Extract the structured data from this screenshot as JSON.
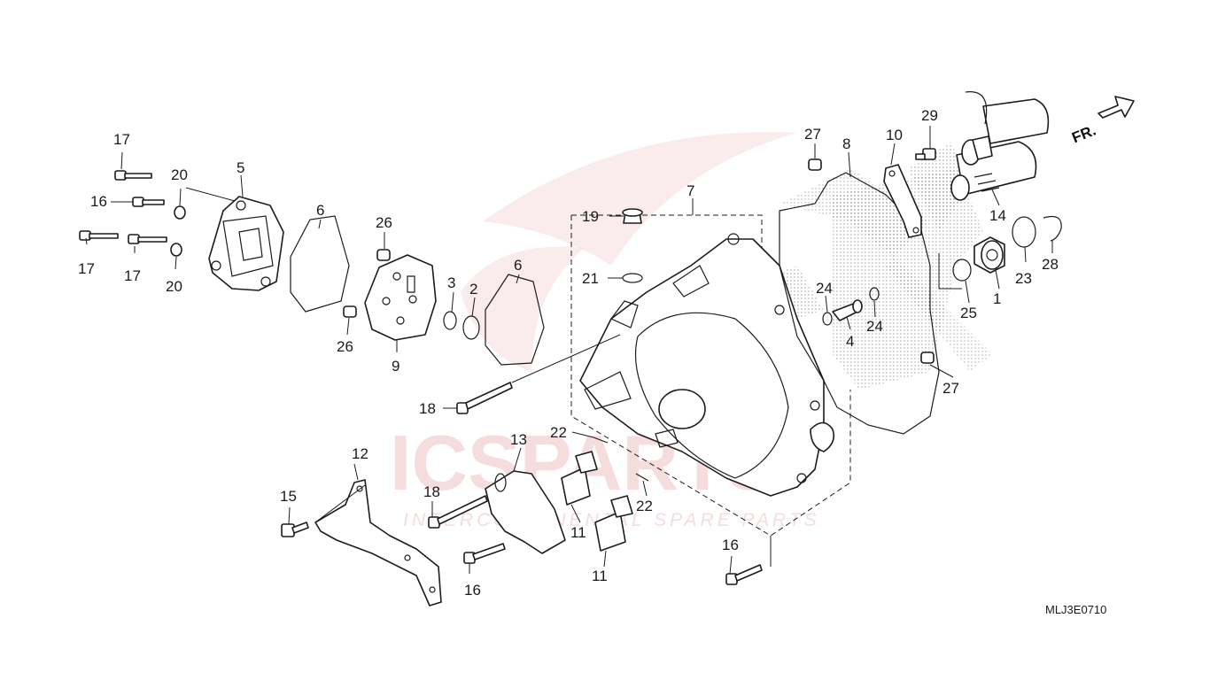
{
  "diagram_code": "MLJ3E0710",
  "direction_label": "FR.",
  "watermark": {
    "brand": "ICSPARTS",
    "tagline": "INTERCONTINENTAL SPARE PARTS"
  },
  "callouts": {
    "c1": "1",
    "c2": "2",
    "c3": "3",
    "c4": "4",
    "c5": "5",
    "c6a": "6",
    "c6b": "6",
    "c7": "7",
    "c8": "8",
    "c9": "9",
    "c10": "10",
    "c11a": "11",
    "c11b": "11",
    "c12": "12",
    "c13": "13",
    "c14": "14",
    "c15": "15",
    "c16a": "16",
    "c16b": "16",
    "c16c": "16",
    "c17a": "17",
    "c17b": "17",
    "c17c": "17",
    "c18a": "18",
    "c18b": "18",
    "c19": "19",
    "c20a": "20",
    "c20b": "20",
    "c21": "21",
    "c22a": "22",
    "c22b": "22",
    "c23": "23",
    "c24a": "24",
    "c24b": "24",
    "c25": "25",
    "c26a": "26",
    "c26b": "26",
    "c27a": "27",
    "c27b": "27",
    "c28": "28",
    "c29": "29"
  },
  "colors": {
    "ink": "#1c1c1c",
    "watermark": "#e9b2b4"
  }
}
